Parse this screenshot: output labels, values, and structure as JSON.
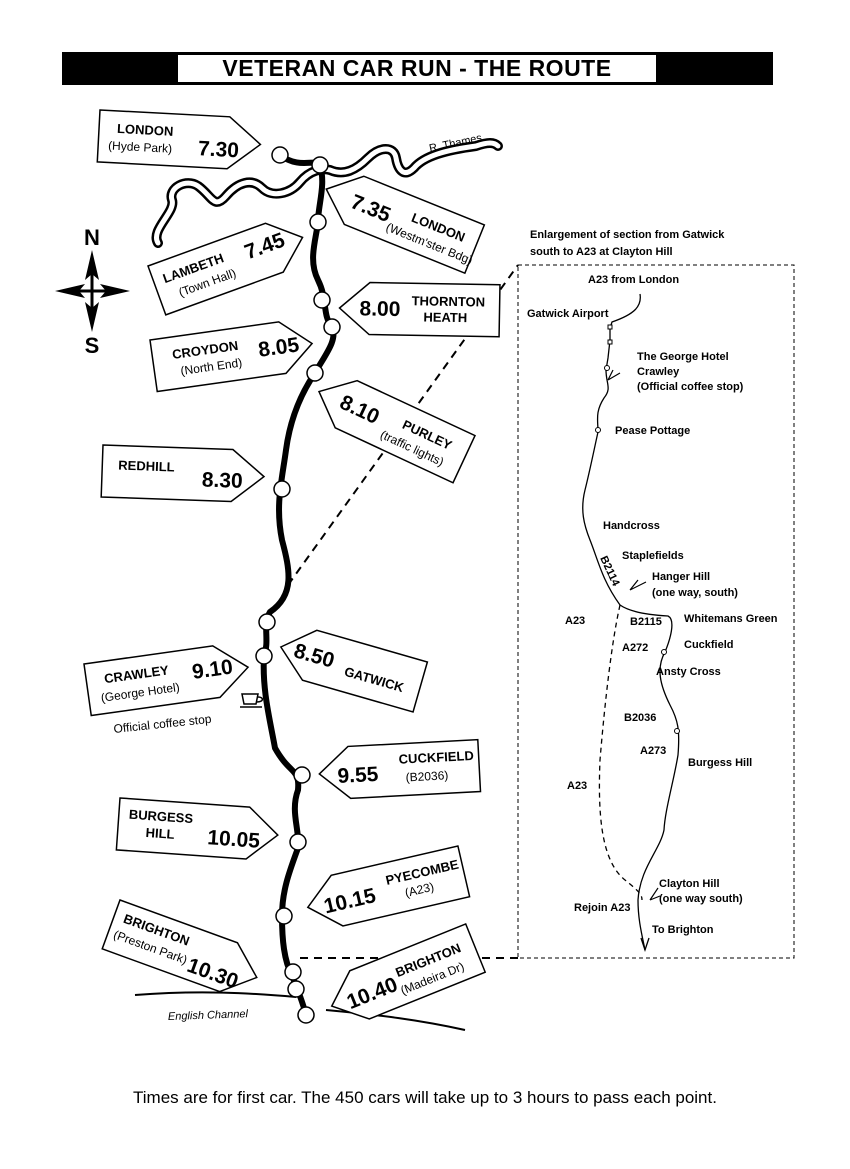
{
  "title": "VETERAN CAR RUN - THE ROUTE",
  "footnote": "Times are for first car. The 450 cars will take up to 3 hours to pass each point.",
  "compass": {
    "north": "N",
    "south": "S"
  },
  "river_label": "R. Thames",
  "sea_label": "English Channel",
  "coffee_note": "Official coffee stop",
  "signs": [
    {
      "name": "LONDON",
      "sub": "(Hyde Park)",
      "time": "7.30"
    },
    {
      "name": "LONDON",
      "sub": "(Westm'ster Bdg)",
      "time": "7.35"
    },
    {
      "name": "LAMBETH",
      "sub": "(Town Hall)",
      "time": "7.45"
    },
    {
      "name": "THORNTON",
      "sub": "HEATH",
      "time": "8.00"
    },
    {
      "name": "CROYDON",
      "sub": "(North End)",
      "time": "8.05"
    },
    {
      "name": "PURLEY",
      "sub": "(traffic lights)",
      "time": "8.10"
    },
    {
      "name": "REDHILL",
      "sub": "",
      "time": "8.30"
    },
    {
      "name": "GATWICK",
      "sub": "",
      "time": "8.50"
    },
    {
      "name": "CRAWLEY",
      "sub": "(George Hotel)",
      "time": "9.10"
    },
    {
      "name": "CUCKFIELD",
      "sub": "(B2036)",
      "time": "9.55"
    },
    {
      "name": "BURGESS",
      "sub": "HILL",
      "time": "10.05"
    },
    {
      "name": "PYECOMBE",
      "sub": "(A23)",
      "time": "10.15"
    },
    {
      "name": "BRIGHTON",
      "sub": "(Preston Park)",
      "time": "10.30"
    },
    {
      "name": "BRIGHTON",
      "sub": "(Madeira Dr)",
      "time": "10.40"
    }
  ],
  "inset": {
    "heading_line1": "Enlargement of section from Gatwick",
    "heading_line2": "south to A23 at Clayton Hill",
    "labels": {
      "a23_from_london": "A23 from London",
      "gatwick_airport": "Gatwick Airport",
      "george_hotel": "The George Hotel",
      "crawley": "Crawley",
      "coffee": "(Official coffee stop)",
      "pease_pottage": "Pease Pottage",
      "handcross": "Handcross",
      "staplefields": "Staplefields",
      "b2114": "B2114",
      "hanger_hill": "Hanger Hill",
      "one_way_south_1": "(one way, south)",
      "a23_a": "A23",
      "b2115": "B2115",
      "whitemans_green": "Whitemans Green",
      "cuckfield": "Cuckfield",
      "a272": "A272",
      "ansty_cross": "Ansty Cross",
      "b2036": "B2036",
      "a273": "A273",
      "burgess_hill": "Burgess Hill",
      "a23_b": "A23",
      "clayton_hill": "Clayton Hill",
      "one_way_south_2": "(one way south)",
      "rejoin_a23": "Rejoin A23",
      "to_brighton": "To Brighton"
    }
  }
}
